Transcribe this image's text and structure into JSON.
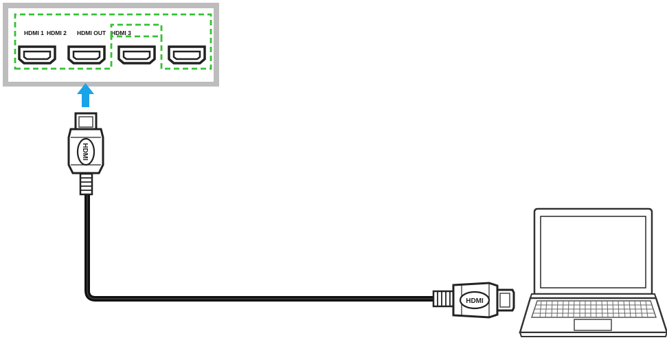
{
  "panel": {
    "ports": [
      {
        "label": "HDMI 1"
      },
      {
        "label": "HDMI 2"
      },
      {
        "label": "HDMI OUT"
      },
      {
        "label": "HDMI 3"
      }
    ]
  },
  "cable": {
    "logo_text": "HDMI"
  },
  "colors": {
    "highlight": "#33c233",
    "arrow": "#1aa3e8",
    "panel_border": "#bdbdbd",
    "cable": "#1a1a1a"
  },
  "icons": [
    "arrow-up-icon",
    "hdmi-plug-icon",
    "laptop-icon"
  ]
}
